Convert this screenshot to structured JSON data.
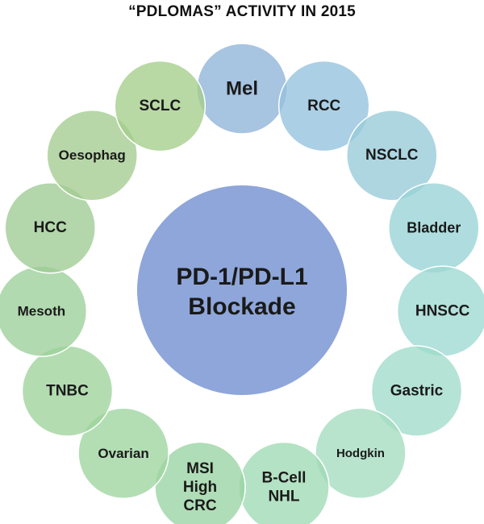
{
  "title": "“PDLOMAS” ACTIVITY IN 2015",
  "center": {
    "lines": [
      "PD-1/PD-L1",
      "Blockade"
    ],
    "color": "#8ea6d9"
  },
  "nodes": [
    {
      "lines": [
        "Mel"
      ],
      "color": "#8eb3d9"
    },
    {
      "lines": [
        "RCC"
      ],
      "color": "#93c1dc"
    },
    {
      "lines": [
        "NSCLC"
      ],
      "color": "#96cad8"
    },
    {
      "lines": [
        "Bladder"
      ],
      "color": "#99d3d6"
    },
    {
      "lines": [
        "HNSCC"
      ],
      "color": "#9dd8d2"
    },
    {
      "lines": [
        "Gastric"
      ],
      "color": "#a0dbc9"
    },
    {
      "lines": [
        "Hodgkin"
      ],
      "color": "#a4dcc0"
    },
    {
      "lines": [
        "B-Cell",
        "NHL"
      ],
      "color": "#9fdab3"
    },
    {
      "lines": [
        "MSI",
        "High",
        "CRC"
      ],
      "color": "#98d4a3"
    },
    {
      "lines": [
        "Ovarian"
      ],
      "color": "#9dd59f"
    },
    {
      "lines": [
        "TNBC"
      ],
      "color": "#9dd49b"
    },
    {
      "lines": [
        "Mesoth"
      ],
      "color": "#9cd09a"
    },
    {
      "lines": [
        "HCC"
      ],
      "color": "#9ecb93"
    },
    {
      "lines": [
        "Oesophag"
      ],
      "color": "#a4cc8f"
    },
    {
      "lines": [
        "SCLC"
      ],
      "color": "#a4cd8a"
    }
  ]
}
